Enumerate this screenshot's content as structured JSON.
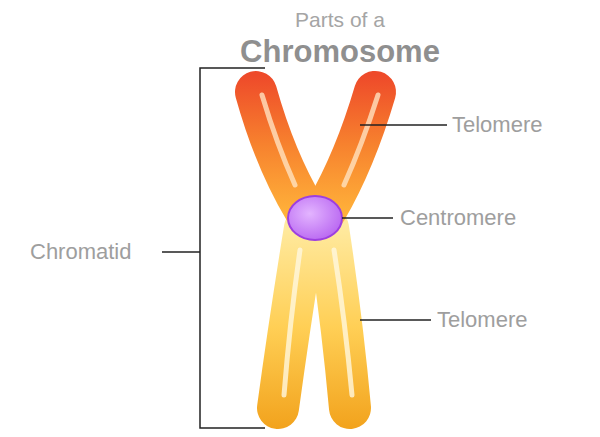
{
  "diagram": {
    "title": "Parts of a Chromosome",
    "labels": [
      "Chromatid",
      "Telomere",
      "Centromere",
      "Telomere"
    ]
  }
}
